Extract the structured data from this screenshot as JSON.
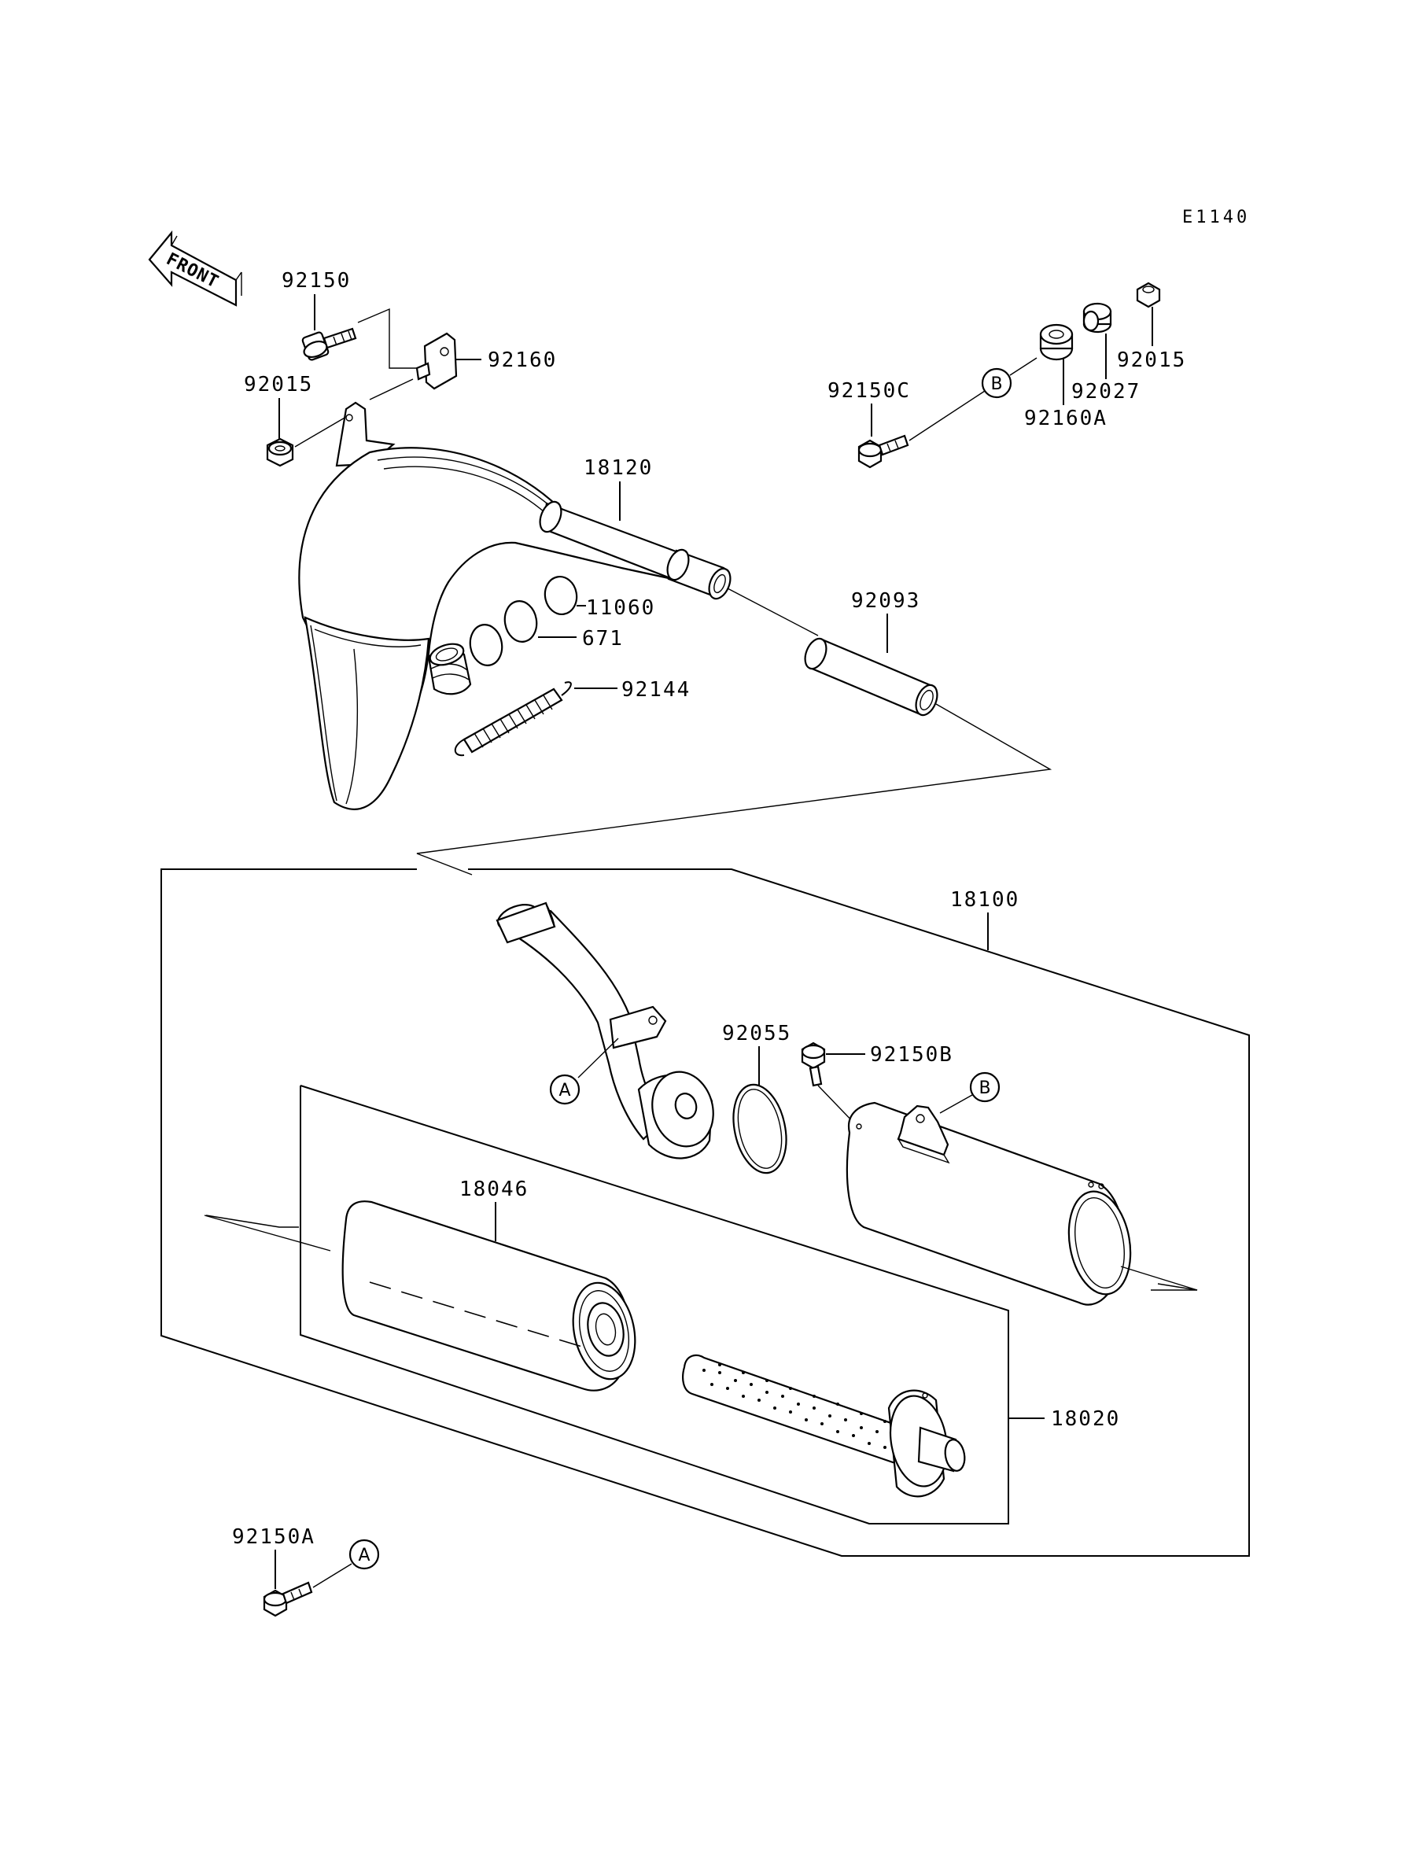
{
  "diagram": {
    "code": "E1140",
    "front_label": "FRONT",
    "ref_a": "A",
    "ref_b": "B",
    "parts": {
      "p92150": "92150",
      "p92160": "92160",
      "p92015_left": "92015",
      "p92150C": "92150C",
      "p92015_right": "92015",
      "p92027": "92027",
      "p92160A": "92160A",
      "p18120": "18120",
      "p11060": "11060",
      "p671": "671",
      "p92144": "92144",
      "p92093": "92093",
      "p18100": "18100",
      "p92055": "92055",
      "p92150B": "92150B",
      "p18046": "18046",
      "p18020": "18020",
      "p92150A": "92150A"
    }
  }
}
